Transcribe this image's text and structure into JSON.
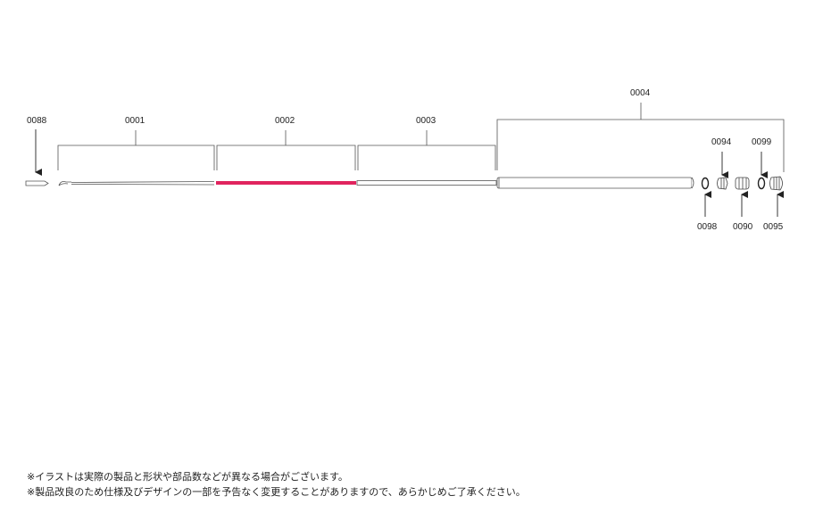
{
  "parts": {
    "p0088": "0088",
    "p0001": "0001",
    "p0002": "0002",
    "p0003": "0003",
    "p0004": "0004",
    "p0094": "0094",
    "p0099": "0099",
    "p0098": "0098",
    "p0090": "0090",
    "p0095": "0095"
  },
  "colors": {
    "line": "#555555",
    "highlight": "#e0245e"
  },
  "notes": [
    "※イラストは実際の製品と形状や部品数などが異なる場合がございます。",
    "※製品改良のため仕様及びデザインの一部を予告なく変更することがありますので、あらかじめご了承ください。"
  ]
}
